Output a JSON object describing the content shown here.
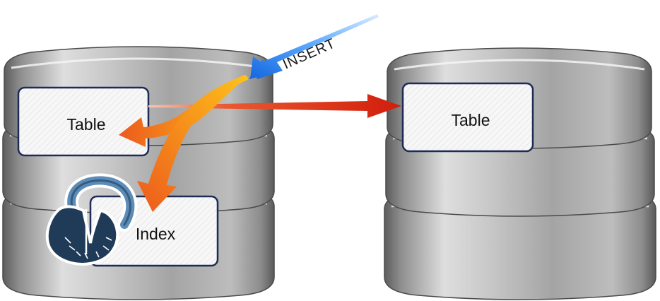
{
  "left_database": {
    "table_label": "Table",
    "index_label": "Index"
  },
  "right_database": {
    "table_label": "Table"
  },
  "insert_arrow": {
    "label": "INSERT"
  },
  "colors": {
    "insert_arrow": "#1e7ee8",
    "write_arrows": "#f28a1a",
    "replication_arrow": "#d81e0e",
    "box_border": "#1d2b55",
    "logo": "#1f3b57"
  },
  "icons": {
    "left_database": "database-cylinder-icon",
    "right_database": "database-cylinder-icon",
    "logo": "postgresql-elephant-logo"
  }
}
